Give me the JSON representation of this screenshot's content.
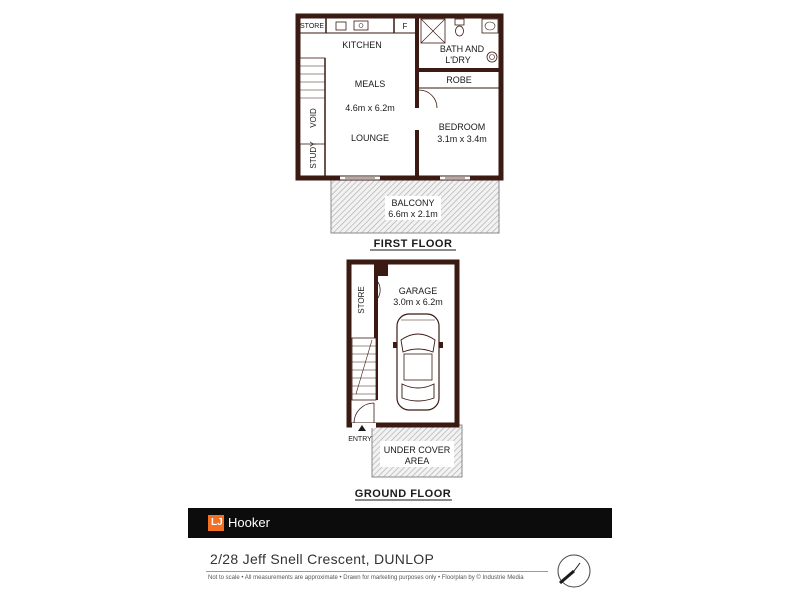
{
  "first_floor": {
    "title": "FIRST FLOOR",
    "rooms": {
      "store": "STORE",
      "fridge": "F",
      "kitchen": "KITCHEN",
      "bath_line1": "BATH AND",
      "bath_line2": "L'DRY",
      "robe": "ROBE",
      "meals": "MEALS",
      "living_dims": "4.6m x 6.2m",
      "lounge": "LOUNGE",
      "void": "VOID",
      "study": "STUDY",
      "bedroom": "BEDROOM",
      "bedroom_dims": "3.1m x 3.4m",
      "balcony": "BALCONY",
      "balcony_dims": "6.6m x 2.1m"
    }
  },
  "ground_floor": {
    "title": "GROUND FLOOR",
    "rooms": {
      "store": "STORE",
      "garage": "GARAGE",
      "garage_dims": "3.0m x 6.2m",
      "entry": "ENTRY",
      "under_cover_line1": "UNDER COVER",
      "under_cover_line2": "AREA"
    }
  },
  "branding": {
    "logo_mark": "LJ",
    "agency": "Hooker",
    "logo_color": "#f36f21",
    "banner_color": "#0c0c0c"
  },
  "address": "2/28 Jeff Snell Crescent, DUNLOP",
  "disclaimer": "Not to scale  •  All measurements are approximate  •  Drawn for marketing purposes only  •  Floorplan by © Industrie Media",
  "colors": {
    "wall": "#3a1a12",
    "hatch": "#9a9a9a"
  }
}
